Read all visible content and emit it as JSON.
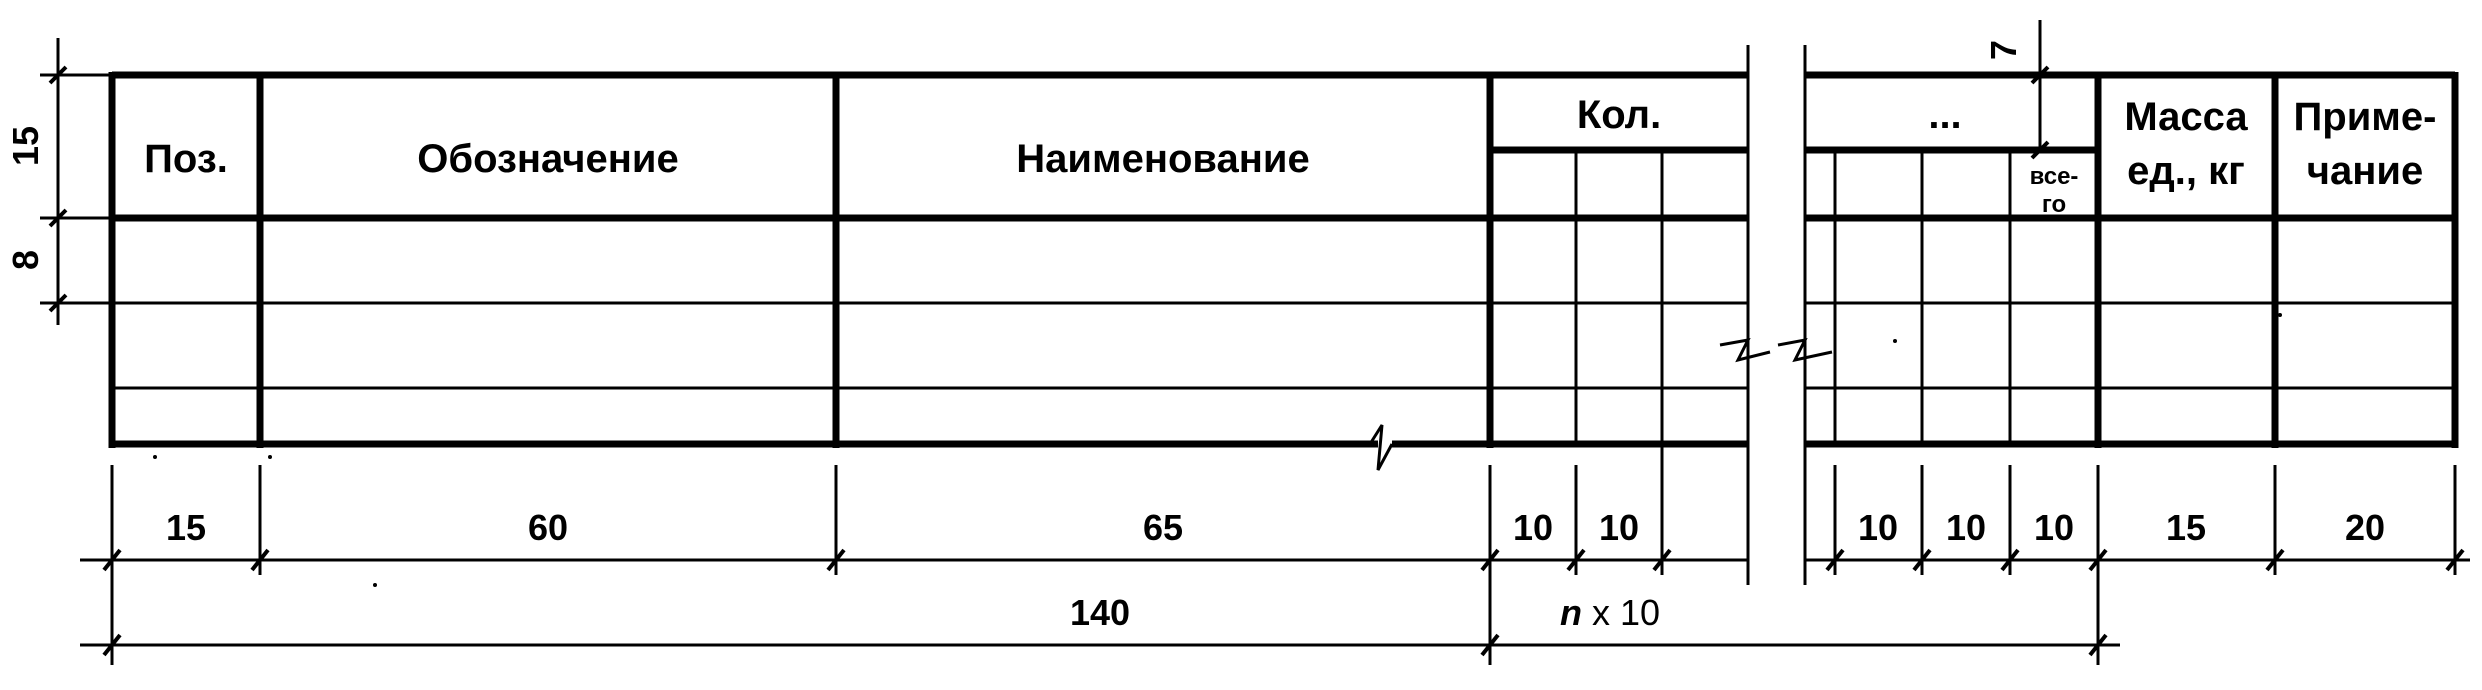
{
  "header": {
    "pos": "Поз.",
    "designation": "Обозначение",
    "name": "Наименование",
    "qty": "Кол.",
    "ellipsis": "...",
    "total_line1": "все-",
    "total_line2": "го",
    "mass_line1": "Масса",
    "mass_line2": "ед., кг",
    "note_line1": "Приме-",
    "note_line2": "чание"
  },
  "dimensions": {
    "header_height": "15",
    "row_height": "8",
    "sub_height": "7",
    "widths": [
      "15",
      "60",
      "65",
      "10",
      "10",
      "10",
      "10",
      "10",
      "15",
      "20"
    ],
    "total_140": "140",
    "n_label": "n",
    "n_suffix": " x 10"
  }
}
